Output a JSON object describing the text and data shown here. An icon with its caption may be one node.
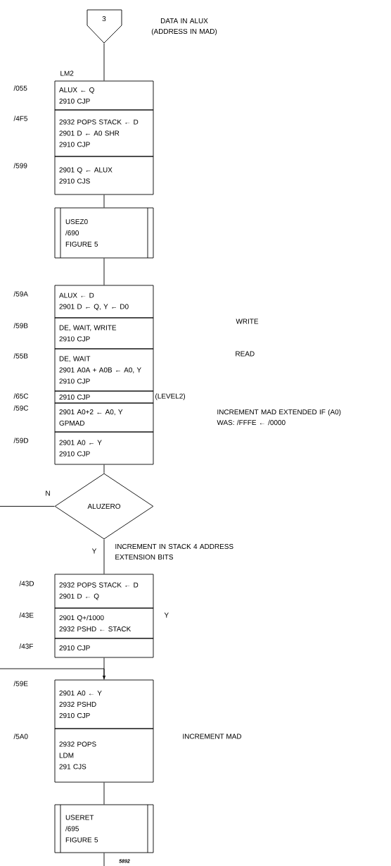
{
  "diagram": {
    "nodes": [
      {
        "text": [
          "3"
        ]
      },
      {
        "text": [
          "ALUX ← Q",
          "2910 CJP"
        ],
        "beside": [
          "/055",
          "LM2"
        ]
      },
      {
        "text": [
          "2932 POPS STACK ← D",
          "2901 D ← A0 SHR",
          "2910 CJP"
        ],
        "beside": [
          "/4F5"
        ]
      },
      {
        "text": [
          "2901 Q ← ALUX",
          "2910 CJS"
        ],
        "beside": [
          "/599"
        ]
      },
      {
        "text": [
          "USEZ0",
          "/690",
          "FIGURE 5"
        ]
      },
      {
        "text": [
          "ALUX ← D",
          "2901 D ← Q, Y ← D0"
        ],
        "beside": [
          "/59A"
        ]
      },
      {
        "text": [
          "DE, WAIT, WRITE",
          "2910 CJP"
        ],
        "beside": [
          "/59B"
        ]
      },
      {
        "text": [
          "DE, WAIT",
          "2901 A0A + A0B ← A0, Y",
          "2910 CJP"
        ],
        "beside": [
          "/55B"
        ]
      },
      {
        "text": [
          "2910 CJP"
        ],
        "beside": [
          "/65C",
          "(LEVEL2)"
        ]
      },
      {
        "text": [
          "2901 A0+2 ← A0, Y",
          "GPMAD"
        ],
        "beside": [
          "/59C"
        ]
      },
      {
        "text": [
          "2901 A0 ← Y",
          "2910 CJP"
        ],
        "beside": [
          "/59D"
        ]
      },
      {
        "text": [
          "ALUZERO"
        ]
      },
      {
        "text": [
          "2932 POPS STACK ← D",
          "2901 D ← Q"
        ],
        "beside": [
          "/43D"
        ]
      },
      {
        "text": [
          "2901 Q+/1000",
          "2932 PSHD ← STACK"
        ],
        "beside": [
          "/43E",
          "Y"
        ]
      },
      {
        "text": [
          "2910 CJP"
        ],
        "beside": [
          "/43F"
        ]
      },
      {
        "text": [
          "2901 A0 ← Y",
          "2932 PSHD",
          "2910 CJP"
        ],
        "beside": [
          "/59E"
        ]
      },
      {
        "text": [
          "2932 POPS",
          "LDM",
          "291 CJS"
        ],
        "beside": [
          "/5A0"
        ]
      },
      {
        "text": [
          "USERET",
          "/695",
          "FIGURE 5"
        ]
      }
    ],
    "edges": [
      {
        "from": 0,
        "to": 1,
        "arrow": "none"
      },
      {
        "from": 3,
        "to": 4,
        "arrow": "none"
      },
      {
        "from": 4,
        "to": 5,
        "arrow": "none"
      },
      {
        "from": 10,
        "to": 11,
        "arrow": "none"
      },
      {
        "from": 11,
        "to": null,
        "arrow": "none",
        "label": "N"
      },
      {
        "from": 11,
        "to": 12,
        "arrow": "none",
        "label": "Y"
      },
      {
        "from": 14,
        "to": 15,
        "arrow": "none"
      },
      {
        "from": null,
        "to": 15,
        "arrow": "to"
      },
      {
        "from": 16,
        "to": 17,
        "arrow": "none"
      },
      {
        "from": 17,
        "to": null,
        "arrow": "none"
      }
    ],
    "labels": [
      "DATA IN ALUX (ADDRESS IN MAD)",
      "WRITE",
      "READ",
      "INCREMENT MAD EXTENDED IF (A0) WAS: /FFFE ← /0000",
      "INCREMENT IN STACK 4 ADDRESS EXTENSION BITS",
      "INCREMENT MAD",
      "5892"
    ]
  }
}
